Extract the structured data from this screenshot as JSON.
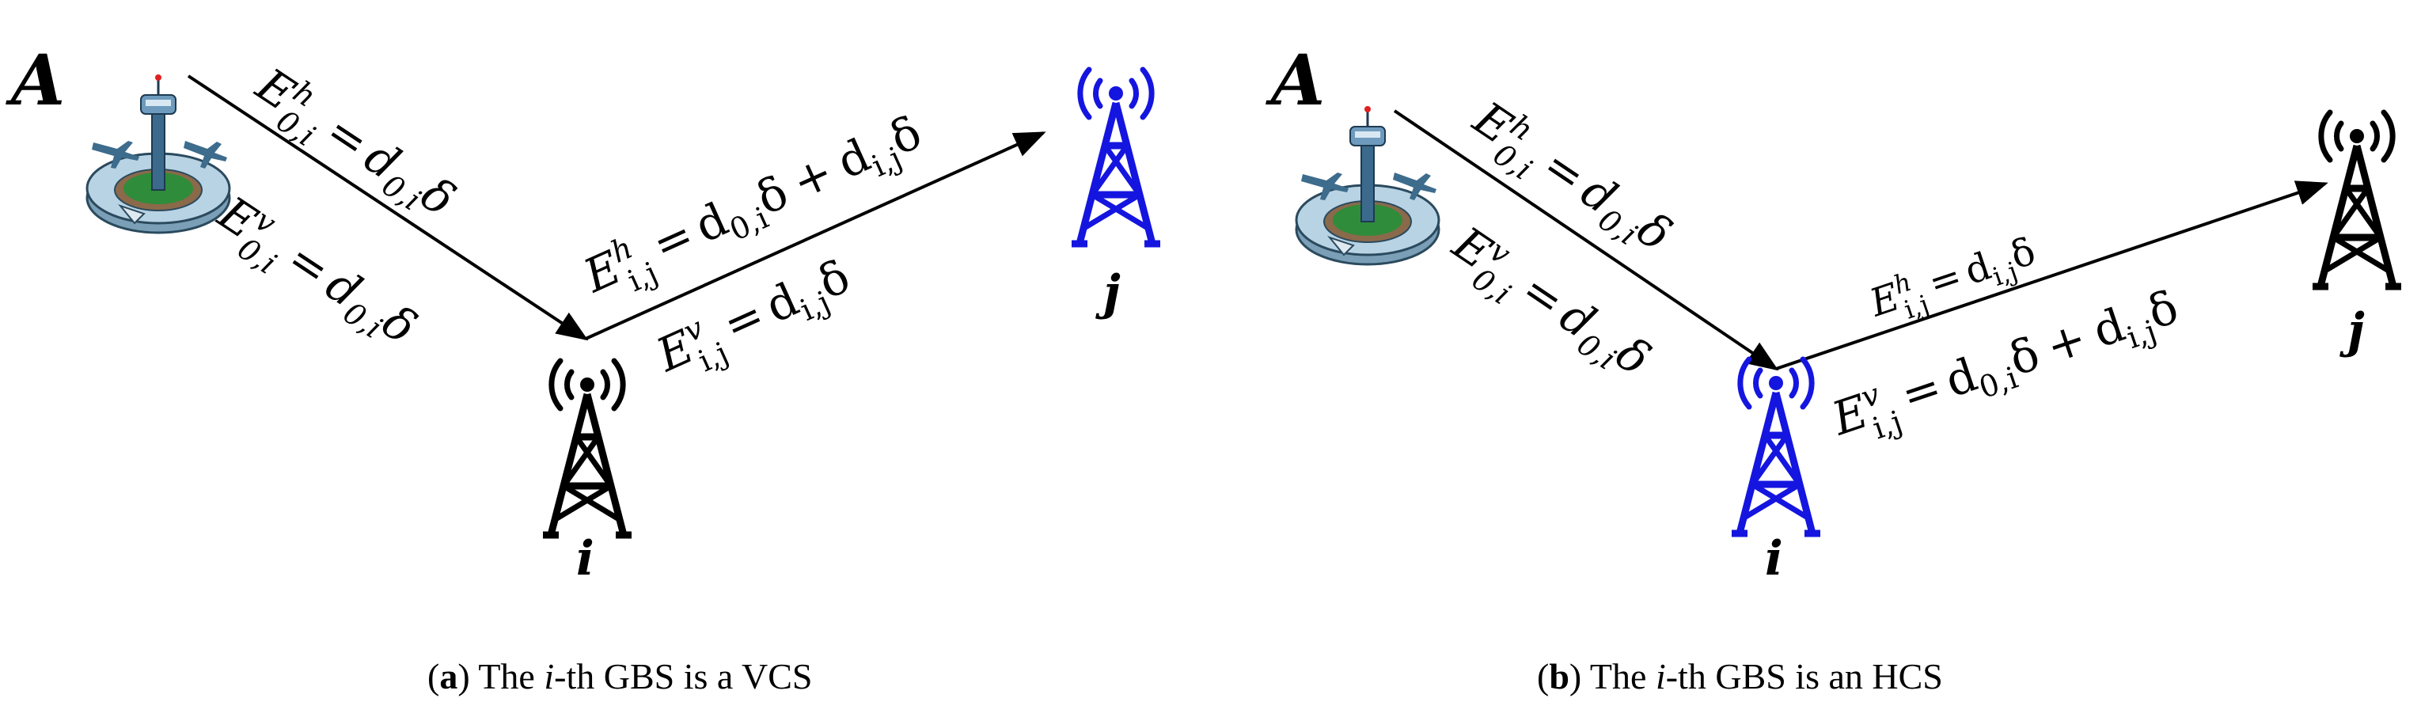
{
  "panels": [
    {
      "caption_letter": "a",
      "caption_text": "The i-th GBS is a VCS",
      "source_label": "A",
      "node_i": "i",
      "node_j": "j",
      "eq_0i_h": "E^h_{0,i} = d_{0,i}δ",
      "eq_0i_v": "E^v_{0,i} = d_{0,i}δ",
      "eq_ij_h": "E^h_{i,j} = d_{0,i}δ + d_{i,j}δ",
      "eq_ij_v": "E^v_{i,j} = d_{i,j}δ",
      "tower_i_color": "#000000",
      "tower_j_color": "#1515e0"
    },
    {
      "caption_letter": "b",
      "caption_text": "The i-th GBS is an HCS",
      "source_label": "A",
      "node_i": "i",
      "node_j": "j",
      "eq_0i_h": "E^h_{0,i} = d_{0,i}δ",
      "eq_0i_v": "E^v_{0,i} = d_{0,i}δ",
      "eq_ij_h": "E^h_{i,j} = d_{i,j}δ",
      "eq_ij_v": "E^v_{i,j} = d_{0,i}δ + d_{i,j}δ",
      "tower_i_color": "#1515e0",
      "tower_j_color": "#000000"
    }
  ],
  "symbols": {
    "E": "E",
    "h": "h",
    "v": "v",
    "eq": "=",
    "plus": "+",
    "d": "d",
    "delta": "δ",
    "sub_0i": "0,i",
    "sub_ij": "i,j",
    "cap_the": "The ",
    "cap_i": "i",
    "cap_a_rest": "-th GBS is a VCS",
    "cap_b_rest": "-th GBS is an HCS"
  }
}
